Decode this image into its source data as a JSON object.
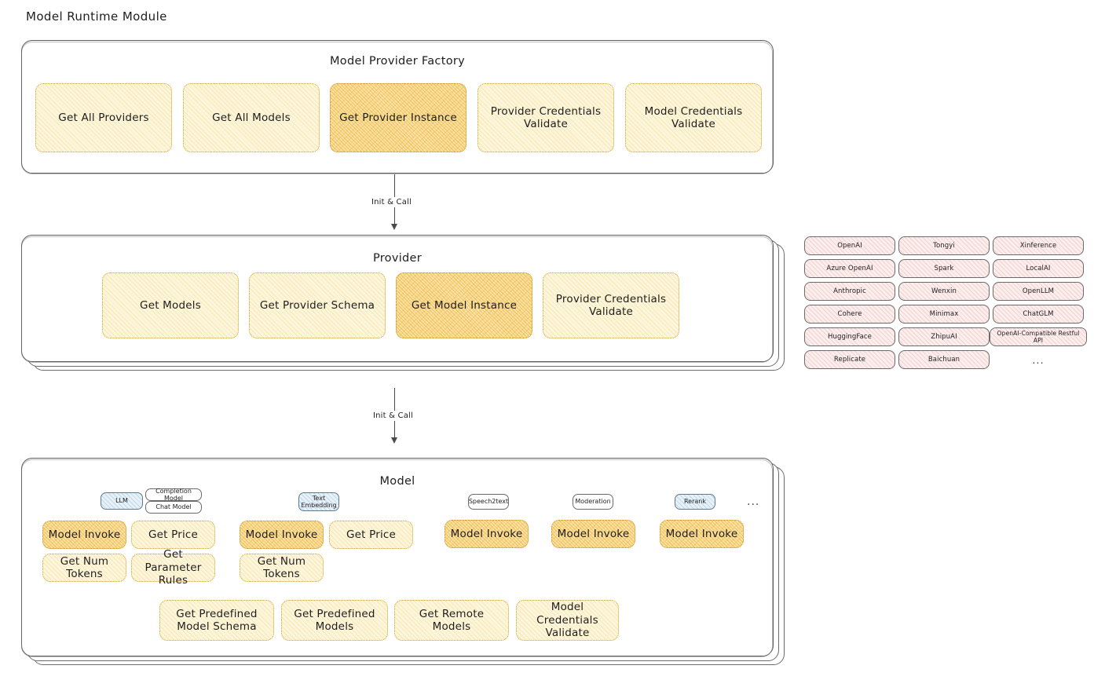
{
  "page": {
    "title": "Model Runtime Module"
  },
  "factory": {
    "title": "Model Provider Factory",
    "nodes": [
      {
        "label": "Get All Providers",
        "highlighted": false
      },
      {
        "label": "Get All Models",
        "highlighted": false
      },
      {
        "label": "Get Provider Instance",
        "highlighted": true
      },
      {
        "label": "Provider Credentials Validate",
        "highlighted": false
      },
      {
        "label": "Model Credentials Validate",
        "highlighted": false
      }
    ]
  },
  "arrows": [
    {
      "label": "Init & Call"
    },
    {
      "label": "Init & Call"
    }
  ],
  "provider": {
    "title": "Provider",
    "nodes": [
      {
        "label": "Get Models",
        "highlighted": false
      },
      {
        "label": "Get Provider Schema",
        "highlighted": false
      },
      {
        "label": "Get Model Instance",
        "highlighted": true
      },
      {
        "label": "Provider Credentials Validate",
        "highlighted": false
      }
    ]
  },
  "provider_list": {
    "columns": [
      [
        "OpenAI",
        "Azure OpenAI",
        "Anthropic",
        "Cohere",
        "HuggingFace",
        "Replicate"
      ],
      [
        "Tongyi",
        "Spark",
        "Wenxin",
        "Minimax",
        "ZhipuAI",
        "Baichuan"
      ],
      [
        "Xinference",
        "LocalAI",
        "OpenLLM",
        "ChatGLM",
        "OpenAI-Compatible Restful API",
        "..."
      ]
    ]
  },
  "model": {
    "title": "Model",
    "more_ellipsis": "...",
    "types": [
      {
        "name": "LLM",
        "accent": "blue",
        "subtypes": [
          "Completion Model",
          "Chat Model"
        ],
        "nodes": [
          {
            "label": "Model Invoke",
            "highlighted": true
          },
          {
            "label": "Get Price",
            "highlighted": false
          },
          {
            "label": "Get Num Tokens",
            "highlighted": false
          },
          {
            "label": "Get Parameter Rules",
            "highlighted": false
          }
        ]
      },
      {
        "name": "Text Embedding",
        "accent": "blue",
        "subtypes": [],
        "nodes": [
          {
            "label": "Model Invoke",
            "highlighted": true
          },
          {
            "label": "Get Price",
            "highlighted": false
          },
          {
            "label": "Get Num Tokens",
            "highlighted": false
          }
        ]
      },
      {
        "name": "Speech2text",
        "accent": "white",
        "subtypes": [],
        "nodes": [
          {
            "label": "Model Invoke",
            "highlighted": true
          }
        ]
      },
      {
        "name": "Moderation",
        "accent": "white",
        "subtypes": [],
        "nodes": [
          {
            "label": "Model Invoke",
            "highlighted": true
          }
        ]
      },
      {
        "name": "Rerank",
        "accent": "blue",
        "subtypes": [],
        "nodes": [
          {
            "label": "Model Invoke",
            "highlighted": true
          }
        ]
      }
    ],
    "common_nodes": [
      {
        "label": "Get Predefined Model Schema"
      },
      {
        "label": "Get Predefined Models"
      },
      {
        "label": "Get Remote Models"
      },
      {
        "label": "Model Credentials Validate"
      }
    ]
  },
  "colors": {
    "node_fill": "#fdf6de",
    "node_fill_highlight": "#fbe3ab",
    "node_stroke": "#c9a227",
    "badge_blue": "#e7f1f8",
    "provider_tag_fill": "#fdeeee",
    "container_stroke": "#5c5c5c",
    "text": "#1e1e1e"
  }
}
